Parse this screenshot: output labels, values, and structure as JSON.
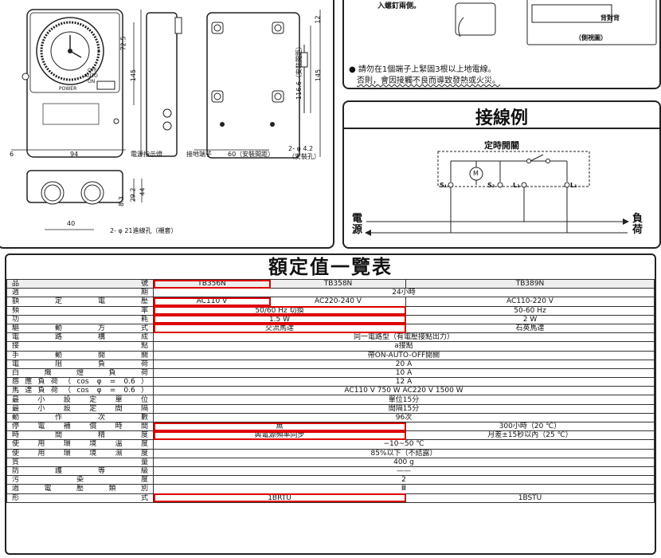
{
  "diagram_labels": {
    "dim_94": "94",
    "dim_6": "6",
    "dim_72_5": "72.5",
    "dim_145": "145",
    "dim_145b": "145",
    "dim_116_6": "116.6（安裝間距）",
    "dim_12": "12",
    "dim_60": "60（安裝間距）",
    "dim_40": "40",
    "dim_8_3": "8.3",
    "dim_29_2": "29.2",
    "dim_44": "44",
    "power_lamp": "電源指示燈",
    "ground_terminal": "接地端子",
    "mount_hole": "2- φ 4.2\n（安裝孔）",
    "wire_hole": "2- φ 21進線孔（襯套）",
    "dial_label": "POWER",
    "switch_on": "ON",
    "switch_auto": "AUTO",
    "switch_off": "OFF"
  },
  "notes": {
    "top_text": "入螺釘兩側。",
    "side_view": "（側視圖）",
    "back_label": "背對背",
    "warning_line1": "● 請勿在1個端子上緊固3根以上地電線。",
    "warning_line2": "否則，會因接觸不良而導致發熱或火災。"
  },
  "wiring": {
    "title": "接線例",
    "switch_label": "定時開關",
    "motor": "M",
    "s1": "S₁",
    "s2": "S₂",
    "l2": "L₂",
    "l1": "L₁",
    "power_side": "電\n源",
    "load_side": "負\n荷"
  },
  "table": {
    "title": "額定值一覽表",
    "rows": [
      {
        "label": "品號",
        "c1": "TB356N",
        "c2": "TB358N",
        "c3": "TB389N"
      },
      {
        "label": "週期",
        "all": "24小時"
      },
      {
        "label": "額定電壓",
        "c1": "AC110 V",
        "c2": "AC220-240 V",
        "c3": "AC110-220 V"
      },
      {
        "label": "頻率",
        "c12": "50/60 Hz 切換",
        "c3": "50-60 Hz"
      },
      {
        "label": "功耗",
        "c12": "1.5 W",
        "c3": "2 W"
      },
      {
        "label": "驅動方式",
        "c12": "交流馬達",
        "c3": "石英馬達"
      },
      {
        "label": "電路構成",
        "all": "同一電路型（有電壓接點出力）"
      },
      {
        "label": "接點",
        "all": "a接點"
      },
      {
        "label": "手動開關",
        "all": "帶ON-AUTO-OFF開關"
      },
      {
        "label": "電阻負荷",
        "all": "20 A"
      },
      {
        "label": "白熾燈負荷",
        "all": "10 A"
      },
      {
        "label": "感應負荷（cos φ = 0.6）",
        "all": "12 A"
      },
      {
        "label": "馬達負荷（cos φ = 0.6）",
        "all": "AC110 V 750 W   AC220 V 1500 W"
      },
      {
        "label": "最小設定單位",
        "all": "單位15分"
      },
      {
        "label": "最小設定間隔",
        "all": "間隔15分"
      },
      {
        "label": "動作次數",
        "all": "96次"
      },
      {
        "label": "停電補償時間",
        "c12": "無",
        "c3": "300小時（20 ℃）"
      },
      {
        "label": "時間精度",
        "c12": "與電源頻率同步",
        "c3": "月差±15秒以內（25 ℃）"
      },
      {
        "label": "使用環境溫度",
        "all": "−10~50 ℃"
      },
      {
        "label": "使用環境濕度",
        "all": "85%以下（不結露）"
      },
      {
        "label": "質量",
        "all": "400 g"
      },
      {
        "label": "防護等級",
        "all": "——"
      },
      {
        "label": "污染度",
        "all": "2"
      },
      {
        "label": "過電壓類別",
        "all": "Ⅲ"
      },
      {
        "label": "形式",
        "c12": "1BRTU",
        "c3": "1BSTU"
      }
    ]
  }
}
